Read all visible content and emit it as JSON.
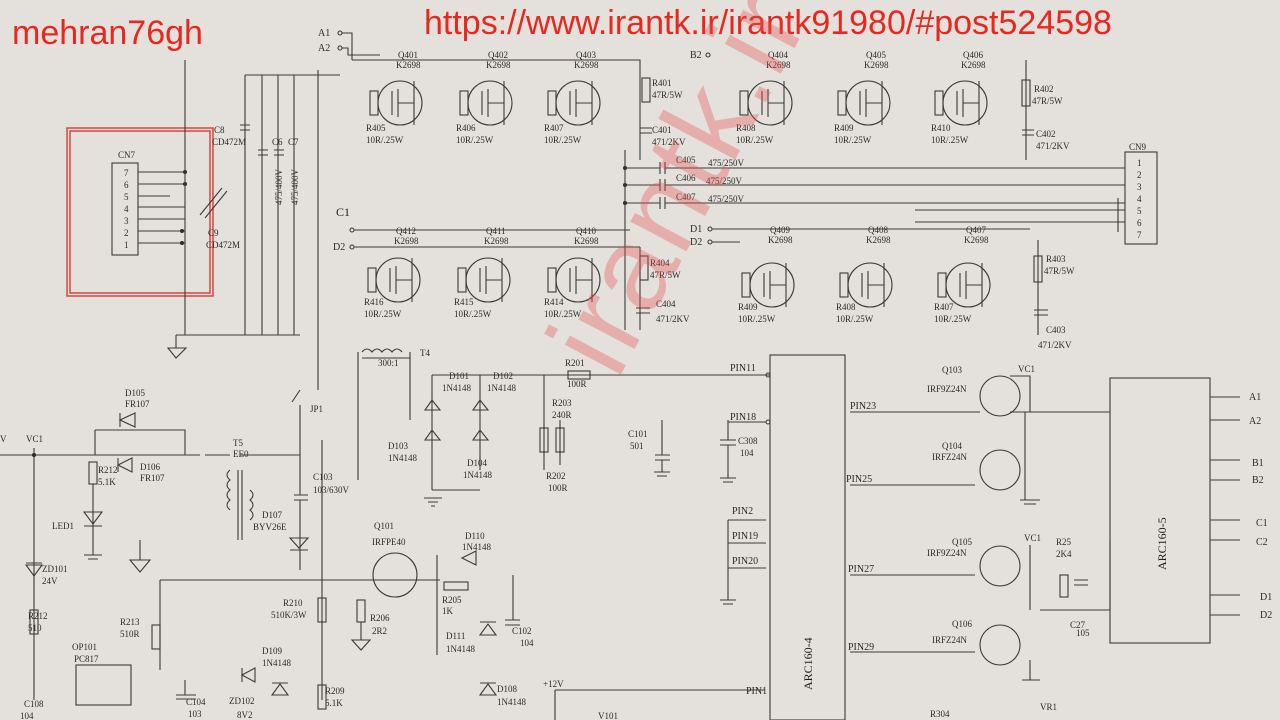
{
  "watermarks": {
    "user": "mehran76gh",
    "url": "https://www.irantk.ir/irantk91980/#post524598",
    "diagonal": "irantk.ir"
  },
  "connectors": {
    "cn7": {
      "label": "CN7",
      "pins": [
        "7",
        "6",
        "5",
        "4",
        "3",
        "2",
        "1"
      ]
    },
    "cn9": {
      "label": "CN9",
      "pins": [
        "1",
        "2",
        "3",
        "4",
        "5",
        "6",
        "7"
      ]
    }
  },
  "rails": {
    "a1": "A1",
    "a2": "A2",
    "b2": "B2",
    "c1": "C1",
    "d2": "D2",
    "d1": "D1",
    "d2b": "D2"
  },
  "caps_top": {
    "c8": "C8",
    "c8v": "CD472M",
    "c9": "C9",
    "c9v": "CD472M",
    "c6": "C6",
    "c6v": "475/400V",
    "c7": "C7",
    "c7v": "475/400V"
  },
  "top_left_mosfets": [
    {
      "q": "Q401",
      "t": "K2698",
      "r": "R405",
      "rv": "10R/.25W"
    },
    {
      "q": "Q402",
      "t": "K2698",
      "r": "R406",
      "rv": "10R/.25W"
    },
    {
      "q": "Q403",
      "t": "K2698",
      "r": "R407",
      "rv": "10R/.25W"
    }
  ],
  "top_right_mosfets": [
    {
      "q": "Q404",
      "t": "K2698",
      "r": "R408",
      "rv": "10R/.25W"
    },
    {
      "q": "Q405",
      "t": "K2698",
      "r": "R409",
      "rv": "10R/.25W"
    },
    {
      "q": "Q406",
      "t": "K2698",
      "r": "R410",
      "rv": "10R/.25W"
    }
  ],
  "mid_left_mosfets": [
    {
      "q": "Q412",
      "t": "K2698",
      "r": "R416",
      "rv": "10R/.25W"
    },
    {
      "q": "Q411",
      "t": "K2698",
      "r": "R415",
      "rv": "10R/.25W"
    },
    {
      "q": "Q410",
      "t": "K2698",
      "r": "R414",
      "rv": "10R/.25W"
    }
  ],
  "mid_right_mosfets": [
    {
      "q": "Q409",
      "t": "K2698",
      "r": "R409",
      "rv": "10R/.25W"
    },
    {
      "q": "Q408",
      "t": "K2698",
      "r": "R408",
      "rv": "10R/.25W"
    },
    {
      "q": "Q407",
      "t": "K2698",
      "r": "R407",
      "rv": "10R/.25W"
    }
  ],
  "snubbers": {
    "r401": "R401",
    "r401v": "47R/5W",
    "c401": "C401",
    "c401v": "471/2KV",
    "r402": "R402",
    "r402v": "47R/5W",
    "c402": "C402",
    "c402v": "471/2KV",
    "r404": "R404",
    "r404v": "47R/5W",
    "c404": "C404",
    "c404v": "471/2KV",
    "r403": "R403",
    "r403v": "47R/5W",
    "c403": "C403",
    "c403v": "471/2KV"
  },
  "coupling": [
    {
      "c": "C405",
      "v": "475/250V"
    },
    {
      "c": "C406",
      "v": "475/250V"
    },
    {
      "c": "C407",
      "v": "475/250V"
    }
  ],
  "t4": {
    "label": "T4",
    "ratio": "300:1"
  },
  "diodes_mid": {
    "d101": "D101",
    "d101v": "1N4148",
    "d102": "D102",
    "d102v": "1N4148",
    "d103": "D103",
    "d103v": "1N4148",
    "d104": "D104",
    "d104v": "1N4148"
  },
  "res_mid": {
    "r201": "R201",
    "r201v": "100R",
    "r203": "R203",
    "r203v": "240R",
    "r202": "R202",
    "r202v": "100R"
  },
  "caps_mid": {
    "c101": "C101",
    "c101v": "501",
    "c308": "C308",
    "c308v": "104"
  },
  "ic1": {
    "name": "ARC160-4",
    "pins": [
      "PIN11",
      "PIN18",
      "PIN23",
      "PIN25",
      "PIN2",
      "PIN19",
      "PIN20",
      "PIN27",
      "PIN29",
      "PIN1"
    ]
  },
  "ic2": {
    "name": "ARC160-5",
    "outs": [
      "A1",
      "A2",
      "B1",
      "B2",
      "C1",
      "C2",
      "D1",
      "D2"
    ]
  },
  "right_fets": [
    {
      "q": "Q103",
      "t": "IRF9Z24N",
      "net": "VC1"
    },
    {
      "q": "Q104",
      "t": "IRFZ24N",
      "net": ""
    },
    {
      "q": "Q105",
      "t": "IRF9Z24N",
      "net": "VC1"
    },
    {
      "q": "Q106",
      "t": "IRFZ24N",
      "net": ""
    }
  ],
  "right_rc": {
    "r25": "R25",
    "r25v": "2K4",
    "c27": "C27",
    "c27v": "105"
  },
  "lower_left": {
    "v": "V",
    "vc1": "VC1",
    "d105": "D105",
    "d105v": "FR107",
    "d106": "D106",
    "d106v": "FR107",
    "r212a": "R212",
    "r212av": "5.1K",
    "led1": "LED1",
    "zd101": "ZD101",
    "zd101v": "24V",
    "r212b": "R212",
    "r212bv": "510",
    "r213": "R213",
    "r213v": "510R",
    "op101": "OP101",
    "op101v": "PC817",
    "c108": "C108",
    "c108v": "104",
    "c104": "C104",
    "c104v": "103",
    "t5": "T5",
    "t5v": "EE0",
    "d107": "D107",
    "d107v": "BYV26E",
    "c103": "C103",
    "c103v": "103/630V",
    "jp1": "JP1",
    "q101": "Q101",
    "q101v": "IRFPE40",
    "d110": "D110",
    "d110v": "1N4148",
    "r205": "R205",
    "r205v": "1K",
    "r206": "R206",
    "r206v": "2R2",
    "r210": "R210",
    "r210v": "510K/3W",
    "d111": "D111",
    "d111v": "1N4148",
    "c102": "C102",
    "c102v": "104",
    "d109": "D109",
    "d109v": "1N4148",
    "zd102": "ZD102",
    "zd102v": "8V2",
    "r209": "R209",
    "r209v": "5.1K",
    "d108": "D108",
    "d108v": "1N4148",
    "p12v": "+12V",
    "v101": "V101",
    "r304": "R304",
    "vr1": "VR1"
  }
}
